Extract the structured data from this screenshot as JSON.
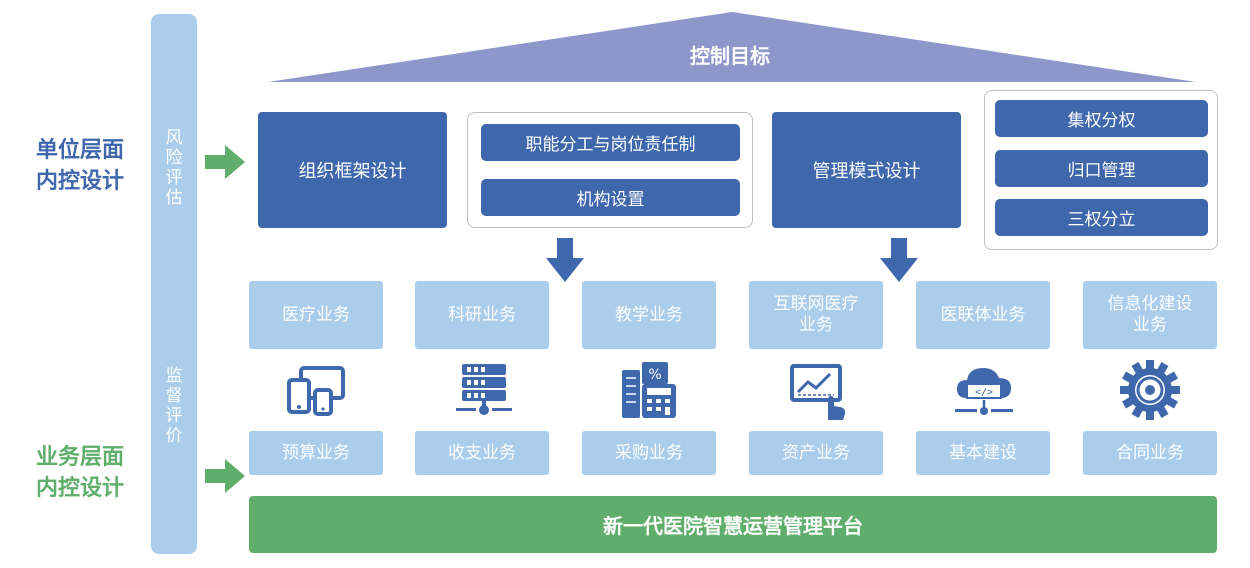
{
  "left_labels": {
    "unit_level": "单位层面\n内控设计",
    "business_level": "业务层面\n内控设计"
  },
  "vertical_bar": {
    "risk_assessment": "风险评估",
    "supervision_evaluation": "监督评价"
  },
  "roof": {
    "title": "控制目标"
  },
  "top_row": {
    "org_framework": "组织框架设计",
    "duty_items": [
      "职能分工与岗位责任制",
      "机构设置"
    ],
    "mgmt_mode": "管理模式设计",
    "power_items": [
      "集权分权",
      "归口管理",
      "三权分立"
    ]
  },
  "business_row": [
    "医疗业务",
    "科研业务",
    "教学业务",
    "互联网医疗\n业务",
    "医联体业务",
    "信息化建设\n业务"
  ],
  "icons": [
    "devices-icon",
    "server-network-icon",
    "calculator-document-icon",
    "chart-touch-icon",
    "cloud-code-icon",
    "gear-icon"
  ],
  "support_row": [
    "预算业务",
    "收支业务",
    "采购业务",
    "资产业务",
    "基本建设",
    "合同业务"
  ],
  "platform": {
    "title": "新一代医院智慧运营管理平台"
  },
  "colors": {
    "dark_blue": "#3f67ac",
    "light_blue": "#a9cdea",
    "roof": "#8e97c9",
    "green": "#5fae6b",
    "unit_label": "#3f67ac",
    "business_label": "#5fae6b"
  }
}
